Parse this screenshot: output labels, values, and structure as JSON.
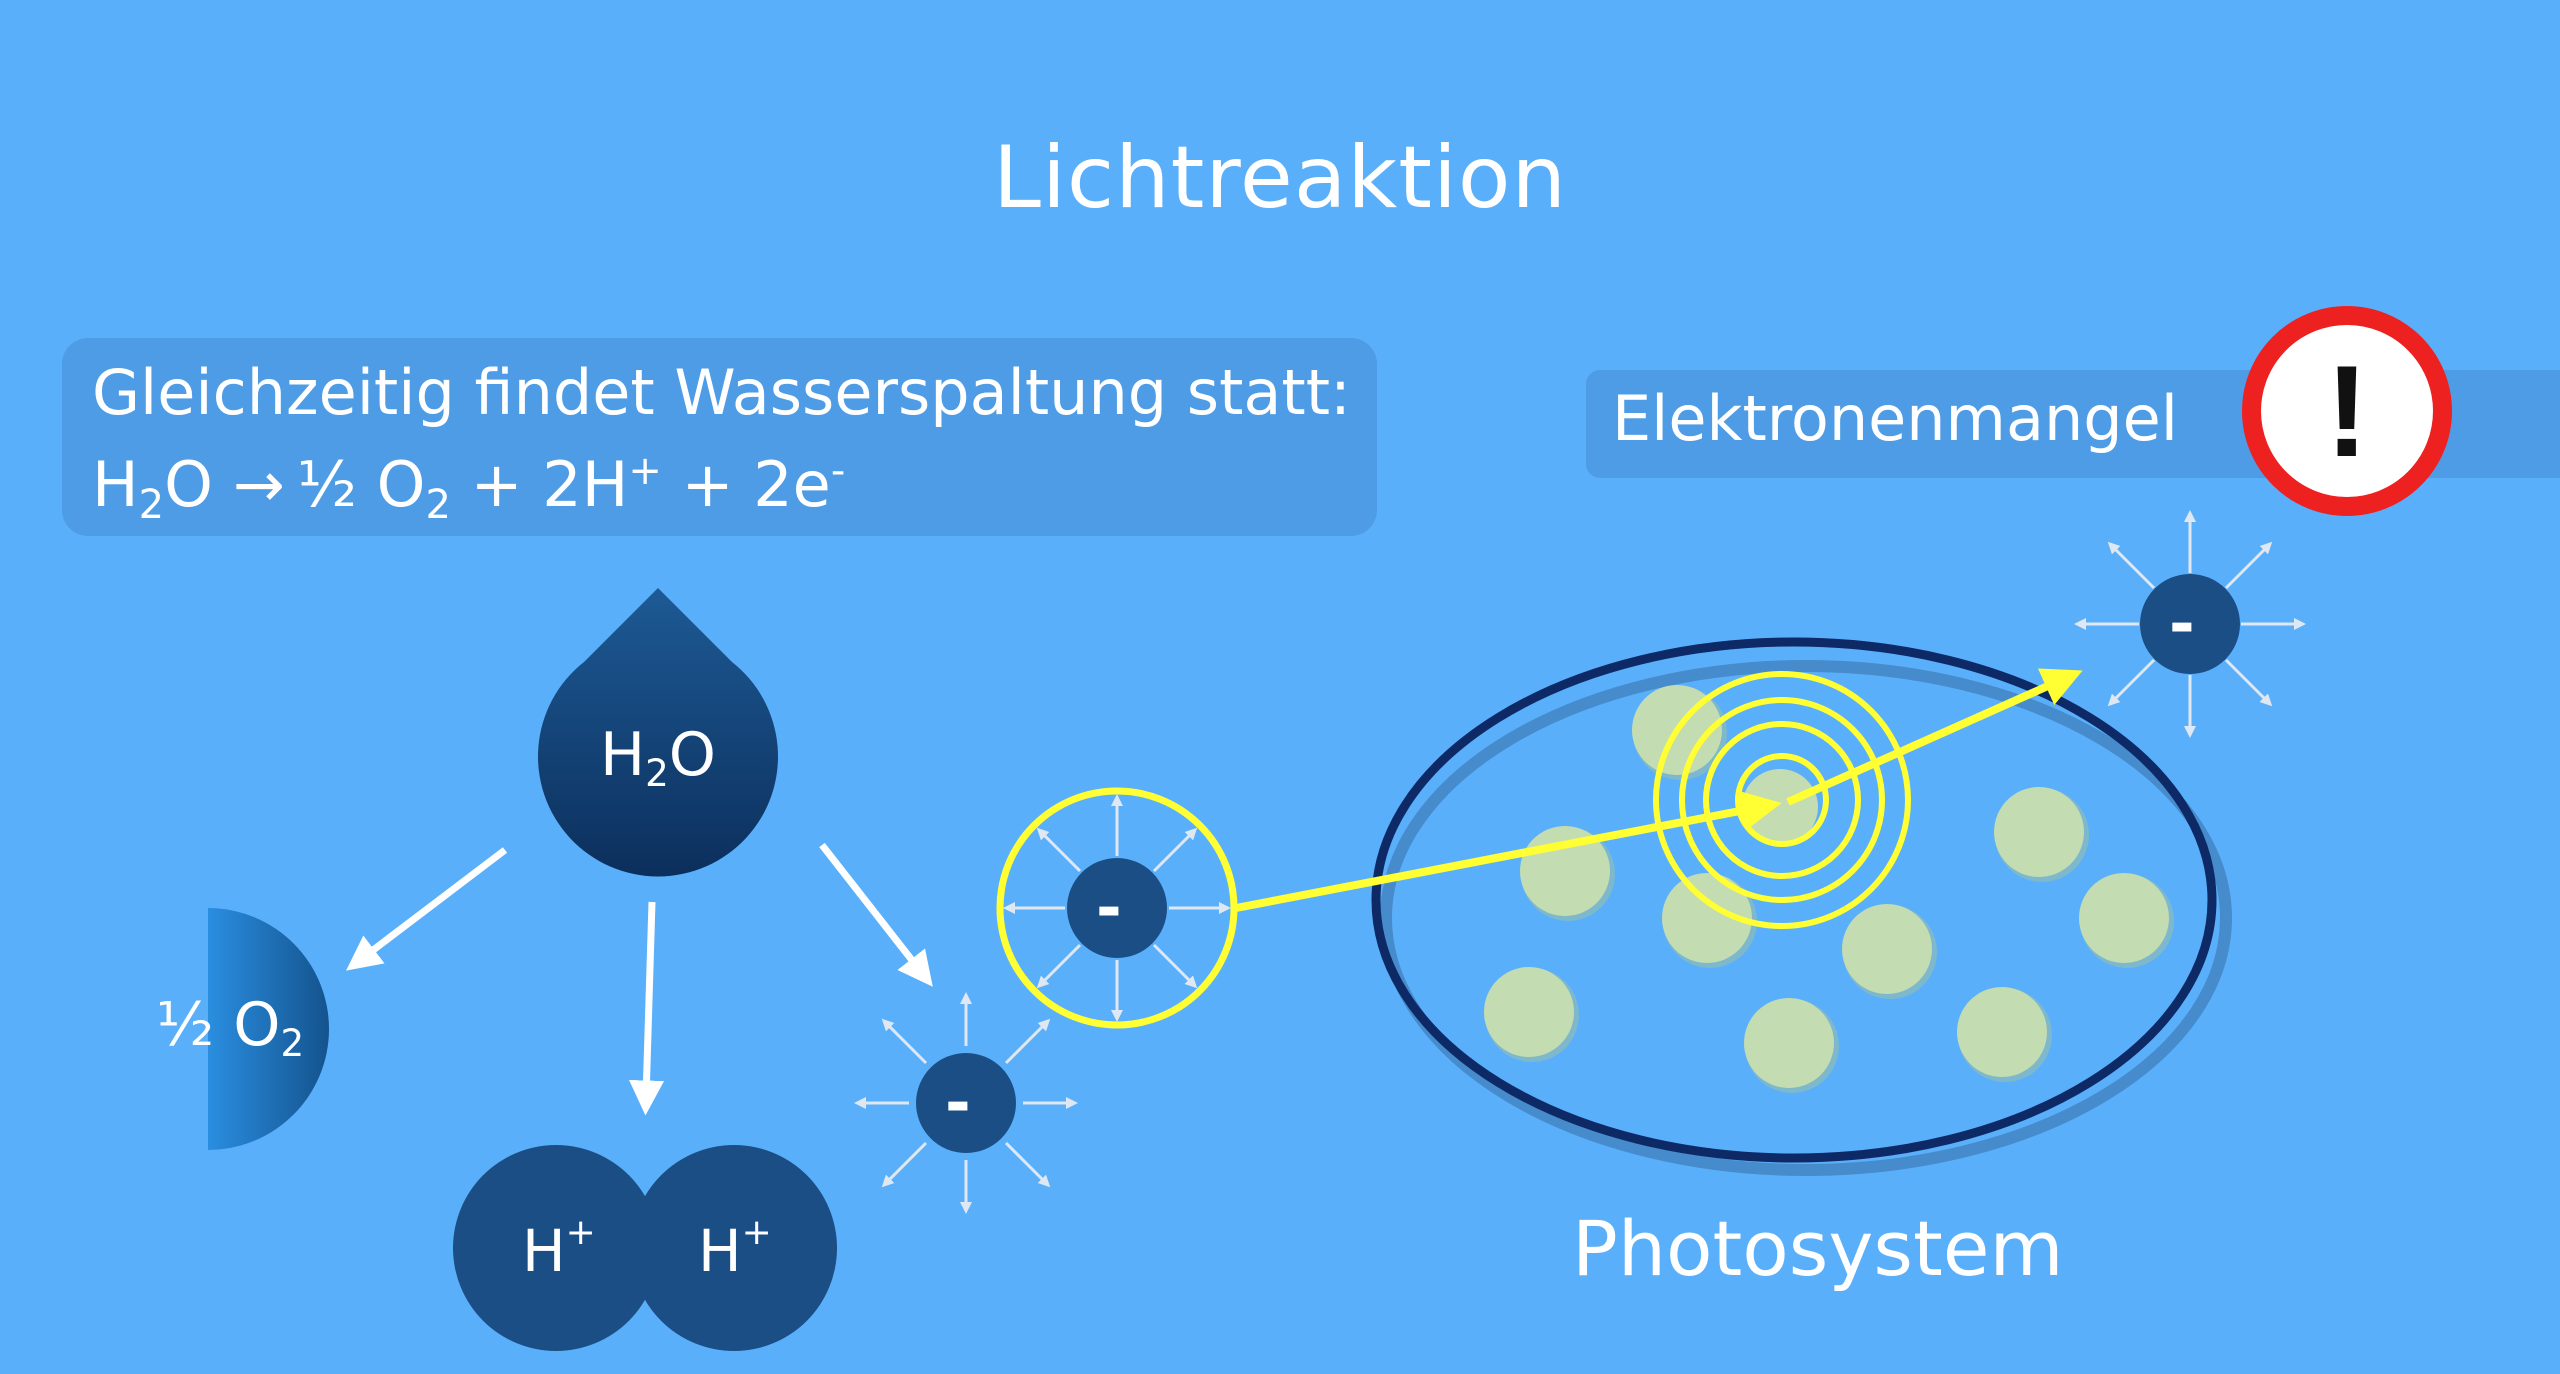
{
  "title": "Lichtreaktion",
  "info_box": {
    "line1": "Gleichzeitig findet Wasserspaltung statt:",
    "equation": {
      "h2o_h": "H",
      "h2o_2": "2",
      "h2o_o": "O",
      "arrow": "→",
      "half": "½ O",
      "o2_2": "2",
      "plus1": " + 2H",
      "h_plus": "+",
      "plus2": " + 2e",
      "e_minus": "-"
    }
  },
  "warning": {
    "label": "Elektronenmangel",
    "icon_symbol": "!",
    "icon": "exclamation-warning-icon",
    "ring_color": "#ee2121"
  },
  "water_drop": {
    "h": "H",
    "sub": "2",
    "o": "O"
  },
  "oxygen": {
    "prefix": "½ O",
    "sub": "2"
  },
  "protons": [
    {
      "base": "H",
      "sup": "+"
    },
    {
      "base": "H",
      "sup": "+"
    }
  ],
  "electron_symbol": "-",
  "photosystem_label": "Photosystem",
  "colors": {
    "background": "#5aaffb",
    "panel": "#4e9ce6",
    "dark_blue": "#1b4e84",
    "light_arrow": "#ffff33",
    "pigment": "#c3dcb2",
    "ellipse_border": "#0d2a66"
  }
}
